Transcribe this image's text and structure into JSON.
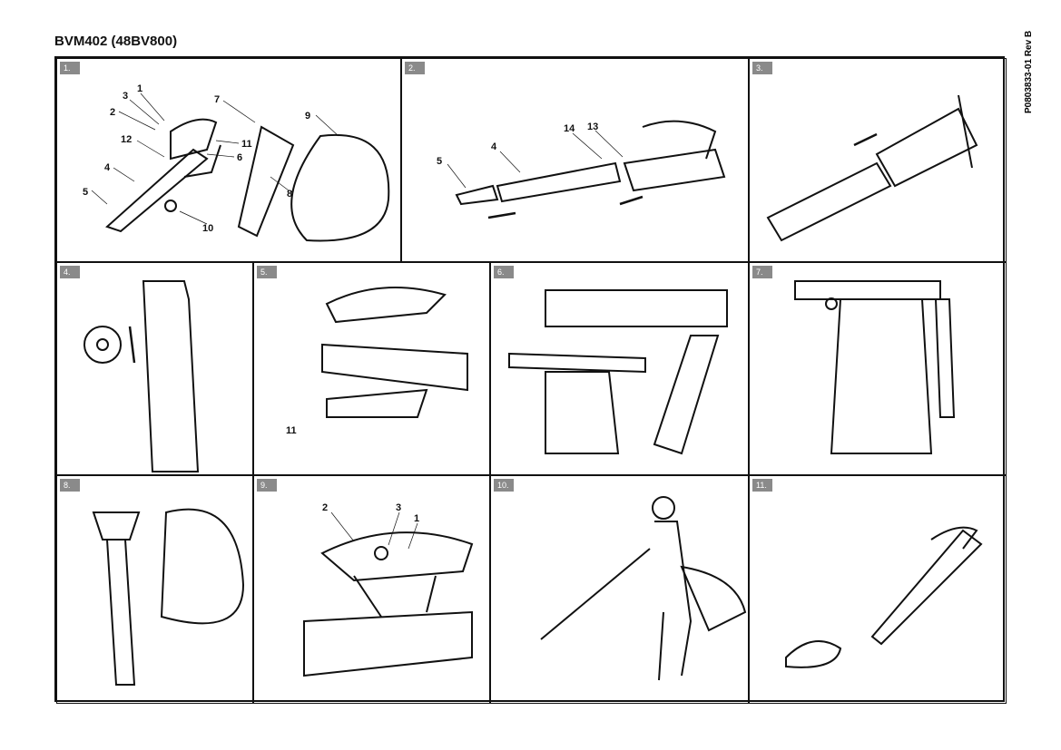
{
  "header": {
    "title": "BVM402 (48BV800)",
    "doc_code": "P0803833-01 Rev B"
  },
  "panels": [
    {
      "label": "1.",
      "callouts": [
        "1",
        "3",
        "2",
        "12",
        "4",
        "5",
        "7",
        "11",
        "6",
        "9",
        "8",
        "10"
      ]
    },
    {
      "label": "2.",
      "callouts": [
        "14",
        "13",
        "4",
        "5"
      ]
    },
    {
      "label": "3."
    },
    {
      "label": "4."
    },
    {
      "label": "5.",
      "callouts": [
        "11"
      ]
    },
    {
      "label": "6."
    },
    {
      "label": "7."
    },
    {
      "label": "8."
    },
    {
      "label": "9.",
      "callouts": [
        "2",
        "3",
        "1"
      ]
    },
    {
      "label": "10."
    },
    {
      "label": "11."
    }
  ]
}
